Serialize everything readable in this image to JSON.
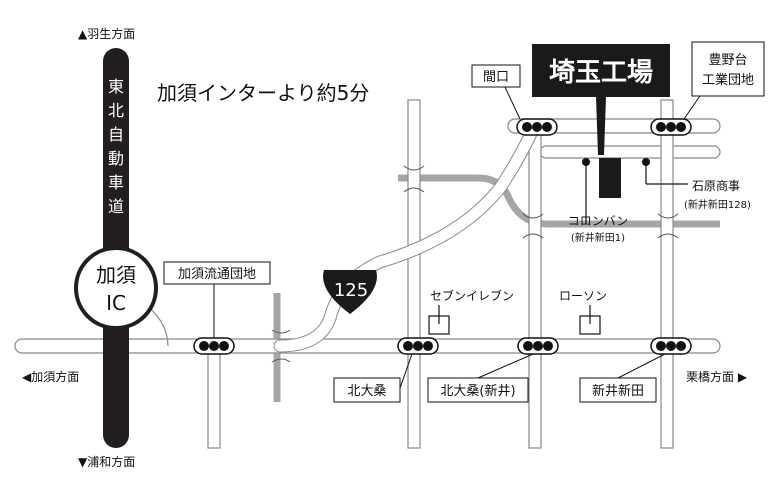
{
  "map": {
    "headline": "加須インターより約5分",
    "factory": {
      "name": "埼玉工場",
      "color": "#1a1a1a"
    },
    "expressway": {
      "name": "東北自動車道",
      "color": "#231f20"
    },
    "interchange": {
      "name_line1": "加須",
      "name_line2": "IC"
    },
    "route_shield": "125",
    "directions": {
      "north": "▲羽生方面",
      "south": "▼浦和方面",
      "west": "◀加須方面",
      "east": "栗橋方面 ▶"
    },
    "intersections": {
      "kazo_ryutsu": "加須流通団地",
      "kitaokuwa": "北大桑",
      "kitaokuwa_arai": "北大桑(新井)",
      "araishinden": "新井新田",
      "maguchi": "間口",
      "toyono_line1": "豊野台",
      "toyono_line2": "工業団地"
    },
    "landmarks": {
      "seven_eleven": "セブンイレブン",
      "lawson": "ローソン",
      "colombin": "コロンバン",
      "colombin_sub": "(新井新田1)",
      "ishihara": "石原商事",
      "ishihara_sub": "(新井新田128)"
    },
    "colors": {
      "road_fill": "#ffffff",
      "road_stroke": "#888888",
      "gray_road": "#a6a6a6",
      "ink": "#111111"
    }
  }
}
